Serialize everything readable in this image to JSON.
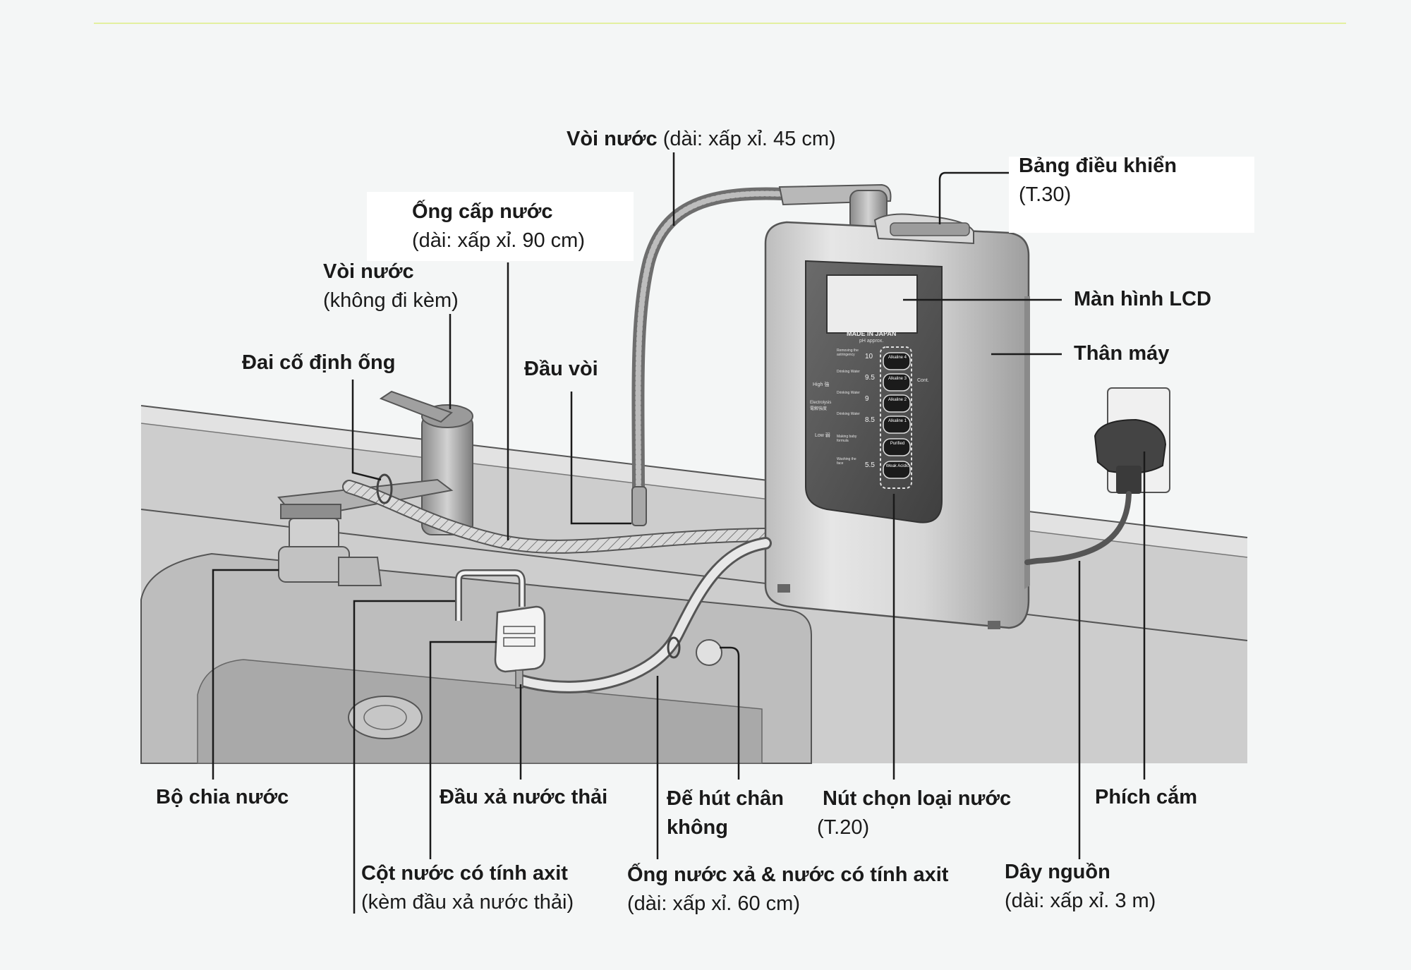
{
  "labels": {
    "voi_nuoc_top": {
      "bold": "Vòi nước",
      "normal": " (dài: xấp xỉ. 45 cm)"
    },
    "bang_dieu_khien": {
      "line1": "Bảng điều khiển",
      "line2": "(T.30)"
    },
    "ong_cap_nuoc": {
      "line1": "Ống cấp nước",
      "line2": "(dài: xấp xỉ. 90 cm)"
    },
    "voi_nuoc_left": {
      "line1": "Vòi nước",
      "line2": "(không đi kèm)"
    },
    "man_hinh_lcd": "Màn hình LCD",
    "than_may": "Thân máy",
    "dai_co_dinh_ong": "Đai cố định ống",
    "dau_voi": "Đầu vòi",
    "bo_chia_nuoc": "Bộ chia nước",
    "dau_xa_nuoc_thai": "Đầu xả nước thải",
    "de_hut_chan_khong": {
      "line1": "Đế hút chân",
      "line2": "không"
    },
    "nut_chon_loai_nuoc": {
      "line1": "Nút chọn loại nước",
      "line2": "(T.20)"
    },
    "phich_cam": "Phích cắm",
    "cot_nuoc_axit": {
      "line1": "Cột nước có tính axit",
      "line2": "(kèm đầu xả nước thải)"
    },
    "ong_nuoc_xa": {
      "line1": "Ống nước xả & nước có tính axit",
      "line2": "(dài: xấp xỉ. 60 cm)"
    },
    "day_nguon": {
      "line1": "Dây nguồn",
      "line2": "(dài: xấp xỉ.  3 m)"
    }
  },
  "device_panel": {
    "made_in": "MADE IN JAPAN",
    "ph_label": "pH approx.",
    "level_high": "High 強",
    "level_electrolysis": "Electrolysis 電解強度",
    "level_low": "Low 弱",
    "rows": [
      {
        "desc": "Removing the astringency",
        "ph": "10",
        "btn": "Alkaline 4"
      },
      {
        "desc": "Drinking Water",
        "ph": "9.5",
        "btn": "Alkaline 3"
      },
      {
        "desc": "Drinking Water",
        "ph": "9",
        "btn": "Alkaline 2"
      },
      {
        "desc": "Drinking Water",
        "ph": "8.5",
        "btn": "Alkaline 1"
      },
      {
        "desc": "Making baby formula",
        "ph": "",
        "btn": "Purified"
      },
      {
        "desc": "Washing the face",
        "ph": "5.5",
        "btn": "Weak Acidic"
      }
    ],
    "cont": "Cont."
  },
  "colors": {
    "accent_rule": "#e3f0a0",
    "ink": "#1a1a1a",
    "metal": "#c9c9c9",
    "panel_dark": "#5a5a5a"
  }
}
